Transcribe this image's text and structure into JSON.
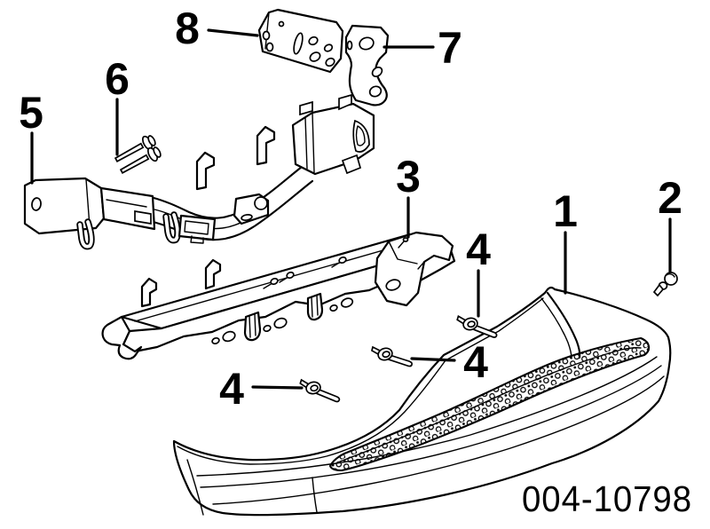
{
  "diagram": {
    "background_color": "#ffffff",
    "line_color": "#000000",
    "drawing_number": "004-10798",
    "callouts": {
      "1": "1",
      "2": "2",
      "3": "3",
      "4": "4",
      "5": "5",
      "6": "6",
      "7": "7",
      "8": "8"
    }
  }
}
